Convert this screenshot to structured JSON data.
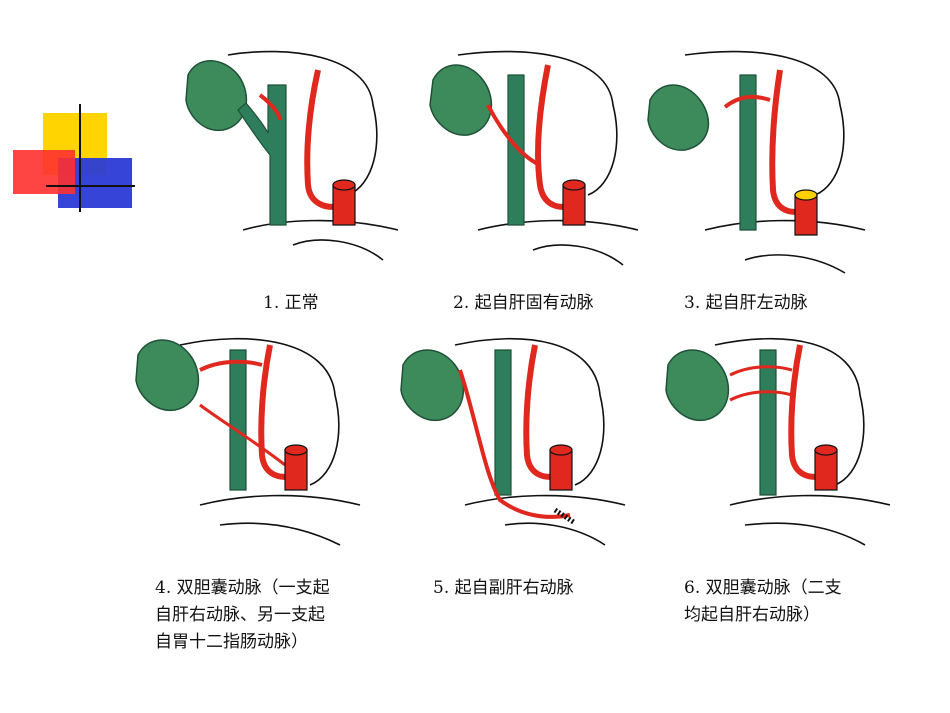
{
  "colors": {
    "artery": "#e0281f",
    "duct": "#2e7d5b",
    "gallbladder": "#3d8a5a",
    "outline": "#111111",
    "deco_yellow": "#ffd400",
    "deco_red": "#ff2a2a",
    "deco_blue": "#2233cc"
  },
  "panels": [
    {
      "caption": "1. 正常",
      "variant": "normal"
    },
    {
      "caption": "2. 起自肝固有动脉",
      "variant": "proper-hepatic"
    },
    {
      "caption": "3. 起自肝左动脉",
      "variant": "left-hepatic"
    },
    {
      "caption": "4. 双胆囊动脉（一支起\n自肝右动脉、另一支起\n自胃十二指肠动脉）",
      "variant": "double-gda"
    },
    {
      "caption": "5. 起自副肝右动脉",
      "variant": "accessory-right"
    },
    {
      "caption": "6. 双胆囊动脉（二支\n均起自肝右动脉）",
      "variant": "double-right"
    }
  ]
}
